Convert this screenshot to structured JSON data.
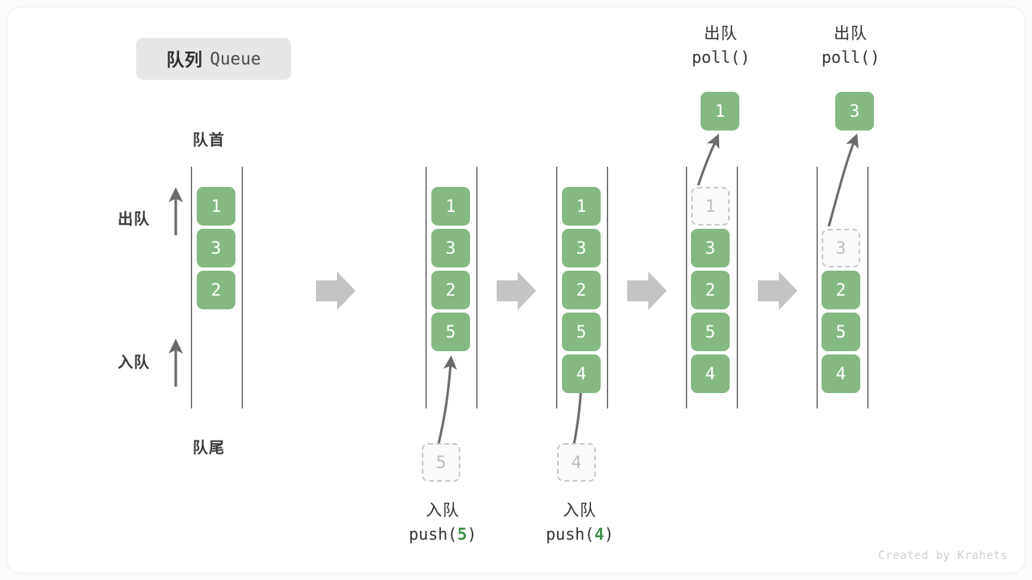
{
  "title": {
    "cn": "队列",
    "en": "Queue"
  },
  "labels": {
    "head": "队首",
    "tail": "队尾",
    "dequeue_side": "出队",
    "enqueue_side": "入队"
  },
  "colors": {
    "cell_fill": "#85b883",
    "cell_text": "#ffffff",
    "ghost_fill": "#fafafa",
    "ghost_border": "#c9c9c9",
    "ghost_text": "#bdbdbd",
    "rail": "#4d4d4d",
    "arrow": "#6b6b6b",
    "step_arrow": "#c4c4c4",
    "badge_bg": "#e7e7e7",
    "accent_green": "#3f8f4b",
    "card_bg": "#ffffff",
    "page_bg": "#fbfbfb"
  },
  "operations": {
    "push5": {
      "cn": "入队",
      "fn": "push(",
      "arg": "5",
      "close": ")"
    },
    "push4": {
      "cn": "入队",
      "fn": "push(",
      "arg": "4",
      "close": ")"
    },
    "poll1": {
      "cn": "出队",
      "fn": "poll()"
    },
    "poll2": {
      "cn": "出队",
      "fn": "poll()"
    }
  },
  "columns": [
    {
      "id": "initial",
      "cells": [
        {
          "value": "1",
          "ghost": false
        },
        {
          "value": "3",
          "ghost": false
        },
        {
          "value": "2",
          "ghost": false
        }
      ],
      "incoming": null,
      "outgoing": null
    },
    {
      "id": "after-push-5",
      "cells": [
        {
          "value": "1",
          "ghost": false
        },
        {
          "value": "3",
          "ghost": false
        },
        {
          "value": "2",
          "ghost": false
        },
        {
          "value": "5",
          "ghost": false
        }
      ],
      "incoming": {
        "value": "5",
        "ghost": true
      },
      "outgoing": null
    },
    {
      "id": "after-push-4",
      "cells": [
        {
          "value": "1",
          "ghost": false
        },
        {
          "value": "3",
          "ghost": false
        },
        {
          "value": "2",
          "ghost": false
        },
        {
          "value": "5",
          "ghost": false
        },
        {
          "value": "4",
          "ghost": false
        }
      ],
      "incoming": {
        "value": "4",
        "ghost": true
      },
      "outgoing": null
    },
    {
      "id": "after-poll-1",
      "cells": [
        {
          "value": "1",
          "ghost": true
        },
        {
          "value": "3",
          "ghost": false
        },
        {
          "value": "2",
          "ghost": false
        },
        {
          "value": "5",
          "ghost": false
        },
        {
          "value": "4",
          "ghost": false
        }
      ],
      "incoming": null,
      "outgoing": {
        "value": "1",
        "ghost": false
      }
    },
    {
      "id": "after-poll-3",
      "cells": [
        {
          "value": "",
          "ghost": false,
          "empty": true
        },
        {
          "value": "3",
          "ghost": true
        },
        {
          "value": "2",
          "ghost": false
        },
        {
          "value": "5",
          "ghost": false
        },
        {
          "value": "4",
          "ghost": false
        }
      ],
      "incoming": null,
      "outgoing": {
        "value": "3",
        "ghost": false
      }
    }
  ],
  "footer": "Created by Krahets"
}
